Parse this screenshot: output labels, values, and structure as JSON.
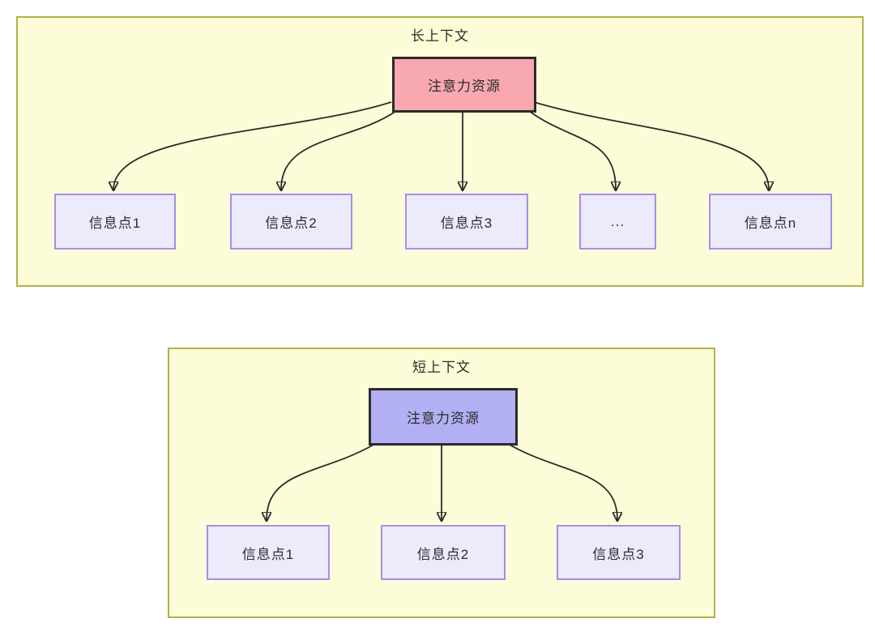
{
  "colors": {
    "panel_fill": "#fdfcd8",
    "panel_border": "#b1b14b",
    "attention_long_fill": "#f8a8af",
    "attention_short_fill": "#b2b0f2",
    "attention_border": "#2b2b2b",
    "info_fill": "#ebebfc",
    "info_border": "#a88ce8",
    "arrow_color": "#2b2b2b",
    "text_color": "#2b2b2b"
  },
  "sections": {
    "long": {
      "title": "长上下文",
      "attention_label": "注意力资源",
      "points": [
        "信息点1",
        "信息点2",
        "信息点3",
        "...",
        "信息点n"
      ]
    },
    "short": {
      "title": "短上下文",
      "attention_label": "注意力资源",
      "points": [
        "信息点1",
        "信息点2",
        "信息点3"
      ]
    }
  }
}
